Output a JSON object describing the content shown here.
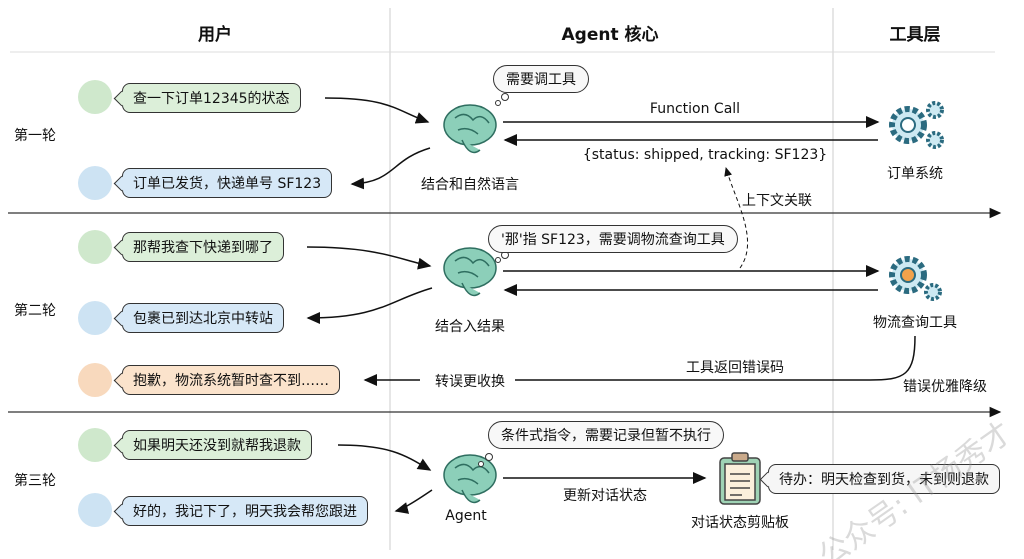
{
  "headers": {
    "user": "用户",
    "agent": "Agent 核心",
    "tools": "工具层"
  },
  "rounds": [
    "第一轮",
    "第二轮",
    "第三轮"
  ],
  "round1": {
    "user_msg": "查一下订单12345的状态",
    "reply": "订单已发货，快递单号 SF123",
    "thought": "需要调工具",
    "brain_label": "结合和自然语言",
    "call_label": "Function Call",
    "result_label": "{status: shipped, tracking: SF123}",
    "tool_label": "订单系统",
    "context_label": "上下文关联"
  },
  "round2": {
    "user_msg": "那帮我查下快递到哪了",
    "reply": "包裹已到达北京中转站",
    "thought": "'那'指 SF123，需要调物流查询工具",
    "brain_label": "结合入结果",
    "tool_label": "物流查询工具",
    "error_msg": "抱歉，物流系统暂时查不到……",
    "error_convert": "转误更收换",
    "error_return": "工具返回错误码",
    "error_degrade": "错误优雅降级"
  },
  "round3": {
    "user_msg": "如果明天还没到就帮我退款",
    "reply": "好的，我记下了，明天我会帮您跟进",
    "thought": "条件式指令，需要记录但暂不执行",
    "brain_label": "Agent",
    "update_label": "更新对话状态",
    "clipboard_label": "对话状态剪贴板",
    "todo": "待办：明天检查到货，未到则退款"
  },
  "watermark": "公众号: IT杨秀才",
  "colors": {
    "user_bubble": "#dcefd9",
    "reply_bubble": "#d6e8f7",
    "error_bubble": "#fbe3cc",
    "brain": "#7cc5b0",
    "gear": "#5aaecb"
  }
}
